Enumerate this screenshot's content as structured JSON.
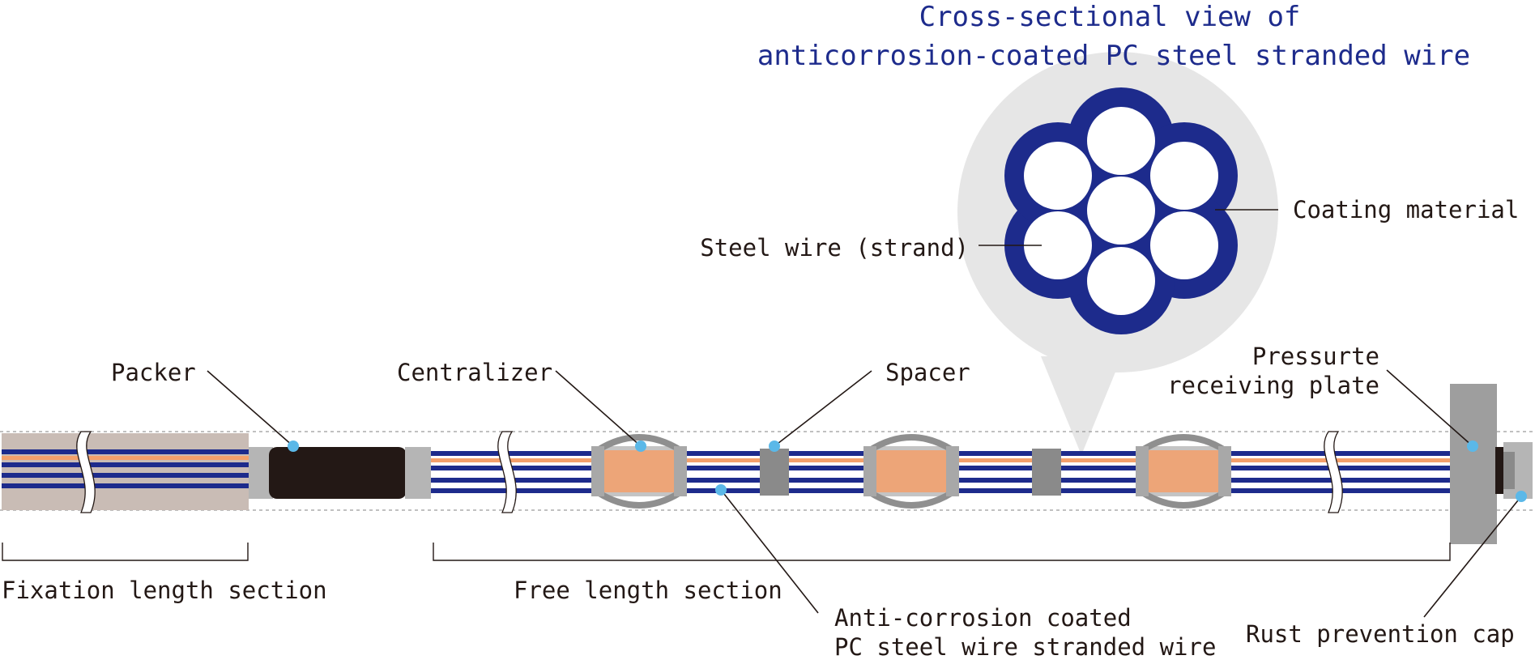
{
  "title": {
    "line1": "Cross-sectional view of",
    "line2": "anticorrosion-coated PC steel stranded wire"
  },
  "labels": {
    "packer": "Packer",
    "centralizer": "Centralizer",
    "spacer": "Spacer",
    "pressure_plate_line1": "Pressurte",
    "pressure_plate_line2": "receiving plate",
    "coating_material": "Coating material",
    "steel_wire": "Steel wire (strand)",
    "fixation_length": "Fixation length section",
    "free_length": "Free length section",
    "anti_corrosion_line1": "Anti-corrosion coated",
    "anti_corrosion_line2": "PC steel wire stranded wire",
    "rust_cap": "Rust prevention cap"
  },
  "colors": {
    "coating_blue": "#1d2b8c",
    "title_blue": "#1d2b8c",
    "strand_orange": "#f4a06b",
    "marker_cyan": "#5bb8e8",
    "grout_tan": "#c9bcb5",
    "packer_dark": "#231815",
    "bubble_gray": "#e6e6e6",
    "hardware_gray": "#9e9e9e"
  }
}
